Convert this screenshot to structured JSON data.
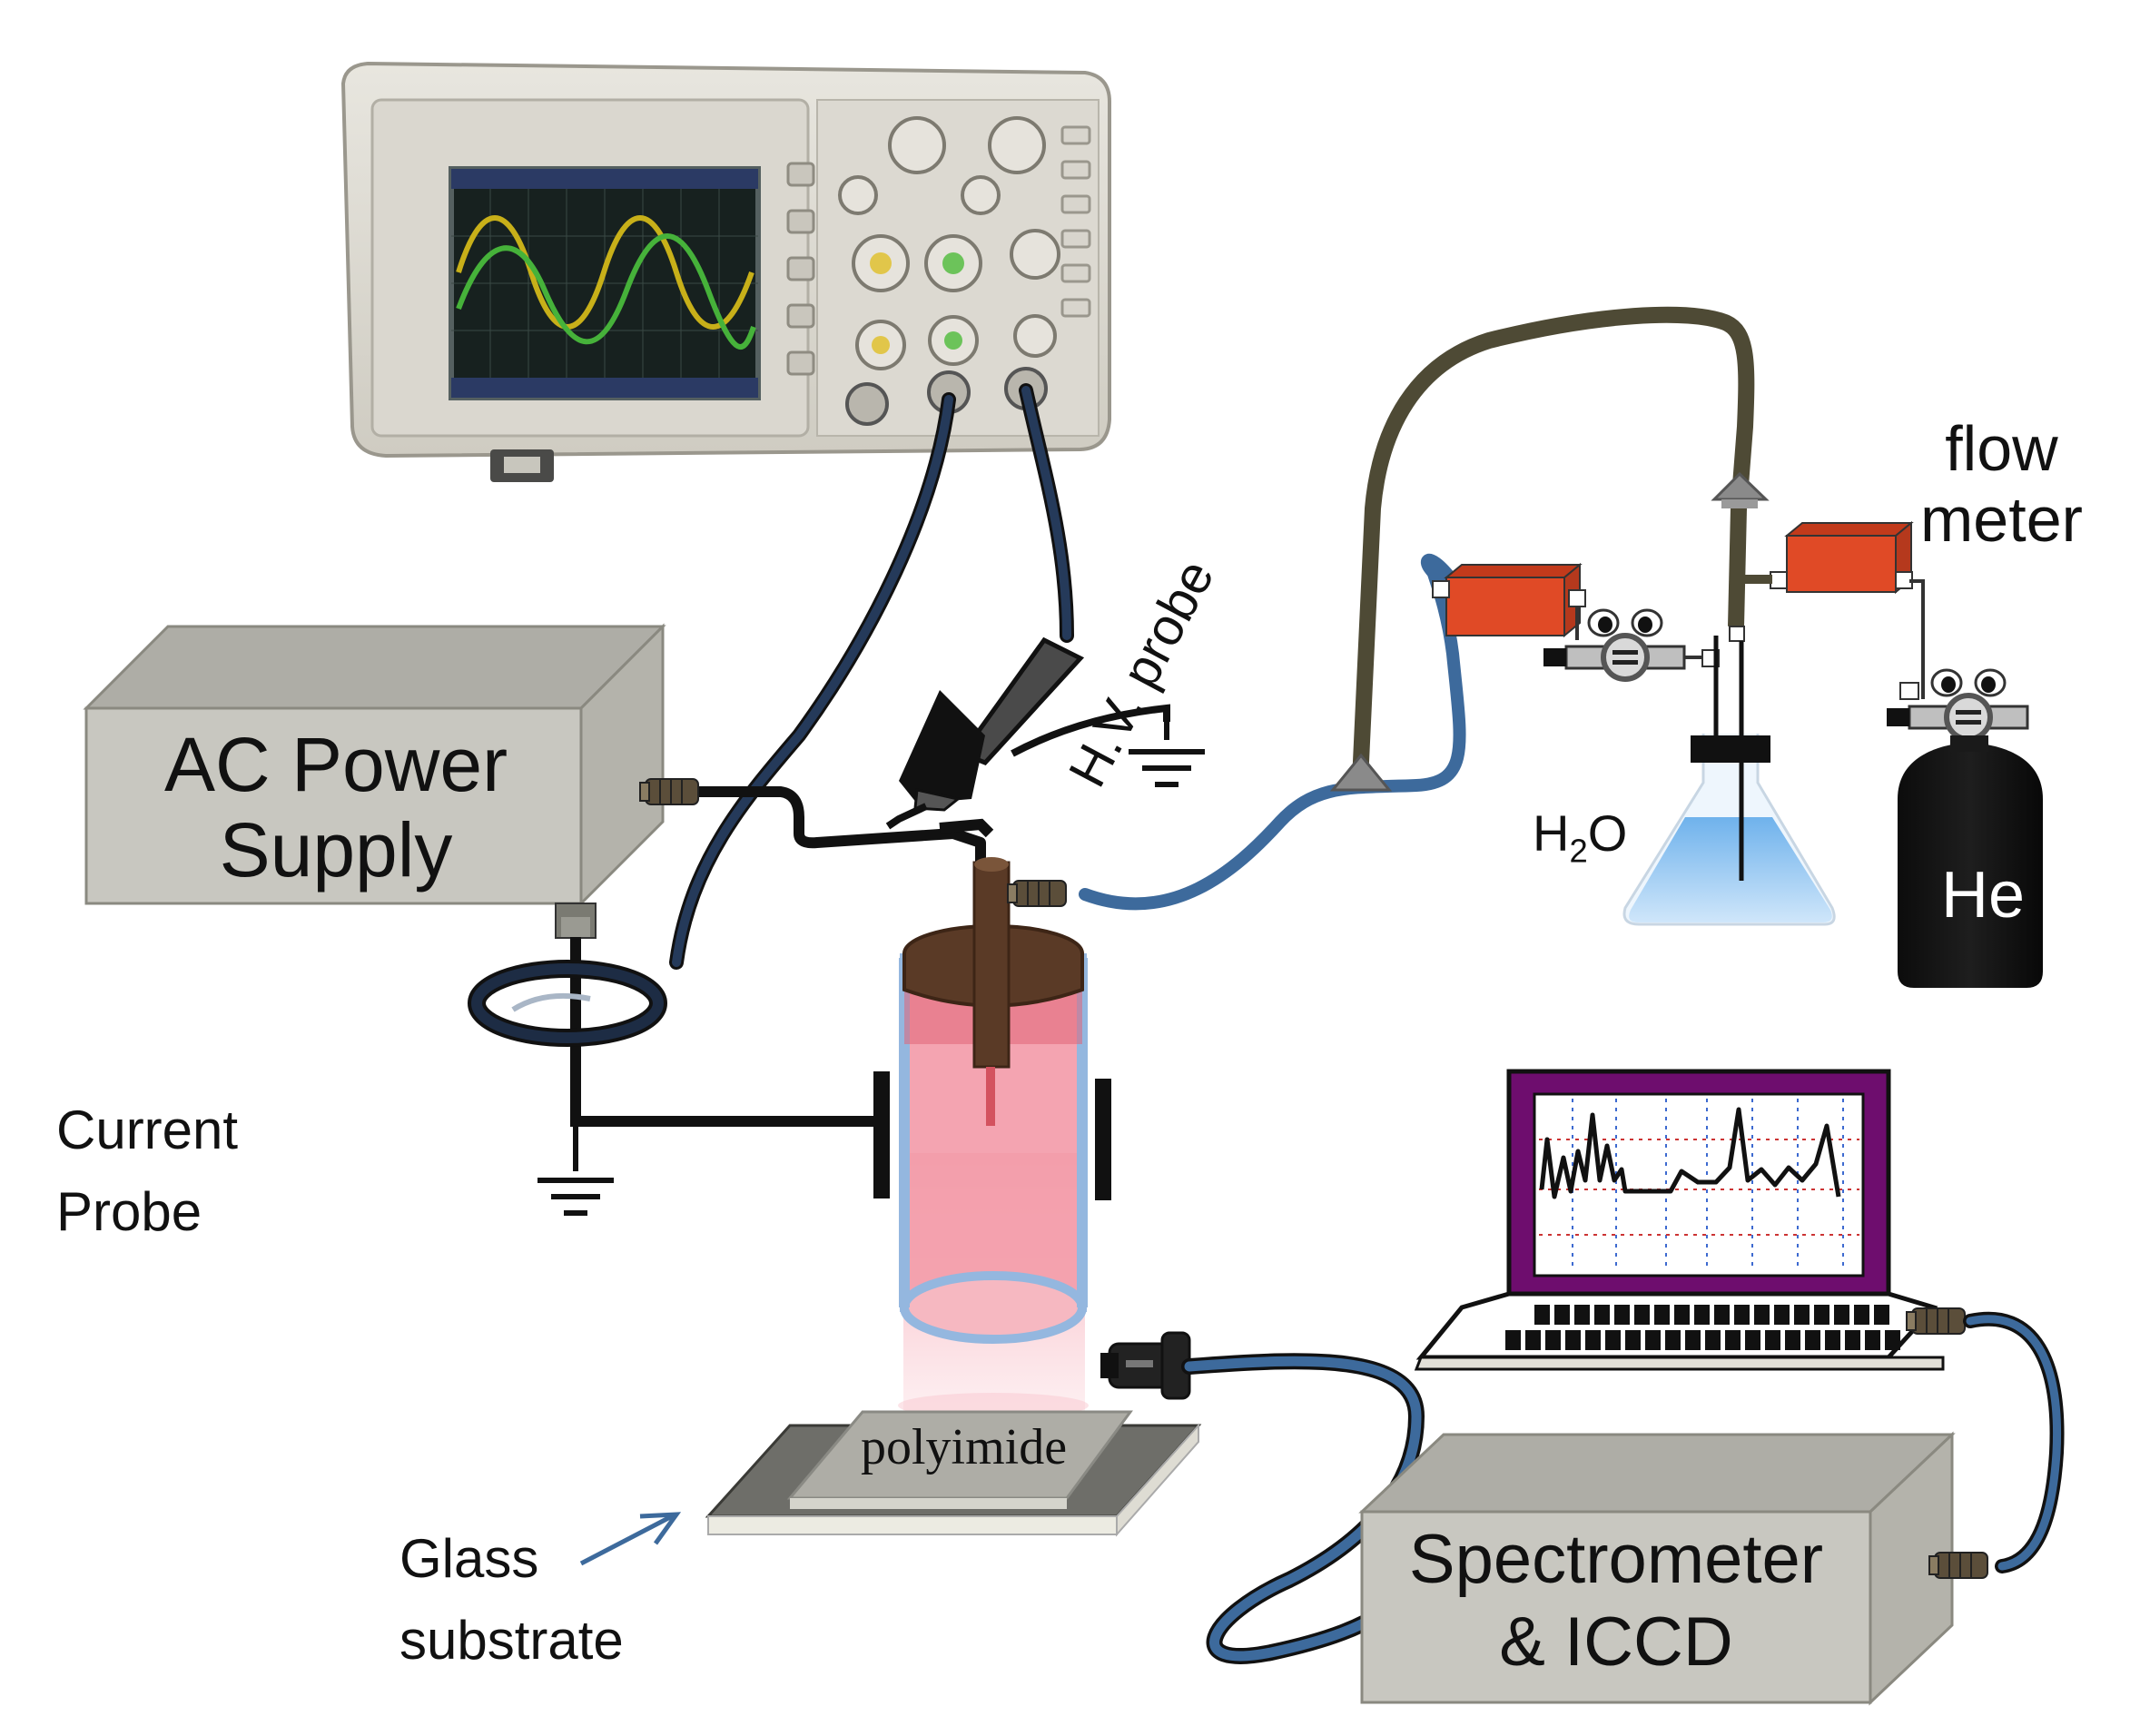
{
  "labels": {
    "ac_power_supply_line1": "AC Power",
    "ac_power_supply_line2": "Supply",
    "current_probe_line1": "Current",
    "current_probe_line2": "Probe",
    "hv_probe": "H.V. probe",
    "flow_meter_line1": "flow",
    "flow_meter_line2": "meter",
    "water_base": "H",
    "water_sub": "2",
    "water_tail": "O",
    "helium": "He",
    "polyimide": "polyimide",
    "glass_substrate_line1": "Glass",
    "glass_substrate_line2": "substrate",
    "spectrometer_line1": "Spectrometer",
    "spectrometer_line2": "& ICCD"
  },
  "colors": {
    "box_gray": "#c8c7c0",
    "box_side": "#b4b3ab",
    "box_top": "#aeada6",
    "cable_blue": "#3d6a9c",
    "cable_dark": "#1d2c44",
    "hv_tube": "#4e4a35",
    "flow_meter_orange": "#e04a26",
    "helium_cylinder": "#111111",
    "plasma_pink": "#f4a0ad",
    "laptop_frame": "#6e0d6e",
    "scope_trace_yellow": "#c8b019",
    "scope_trace_green": "#46b23a"
  }
}
